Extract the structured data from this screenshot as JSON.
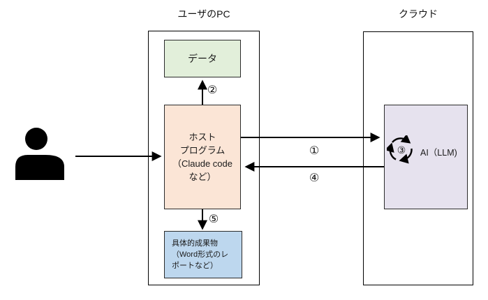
{
  "diagram": {
    "titles": {
      "user_pc": "ユーザのPC",
      "cloud": "クラウド"
    },
    "boxes": {
      "data": {
        "label": "データ",
        "fill": "#E2EFDA"
      },
      "host": {
        "fill": "#FBE5D6",
        "lines": [
          "ホスト",
          "プログラム",
          "（Claude code",
          "など）"
        ]
      },
      "deliverable": {
        "fill": "#BDD7EE",
        "lines": [
          "具体的成果物",
          "（Word形式のレ",
          "ポートなど）"
        ]
      },
      "ai": {
        "label": "AI（LLM)",
        "fill": "#E6E2EE"
      }
    },
    "arrow_labels": {
      "n1": "①",
      "n2": "②",
      "n3": "③",
      "n4": "④",
      "n5": "⑤"
    },
    "colors": {
      "arrow": "#000000",
      "border": "#000000",
      "person": "#000000"
    }
  }
}
